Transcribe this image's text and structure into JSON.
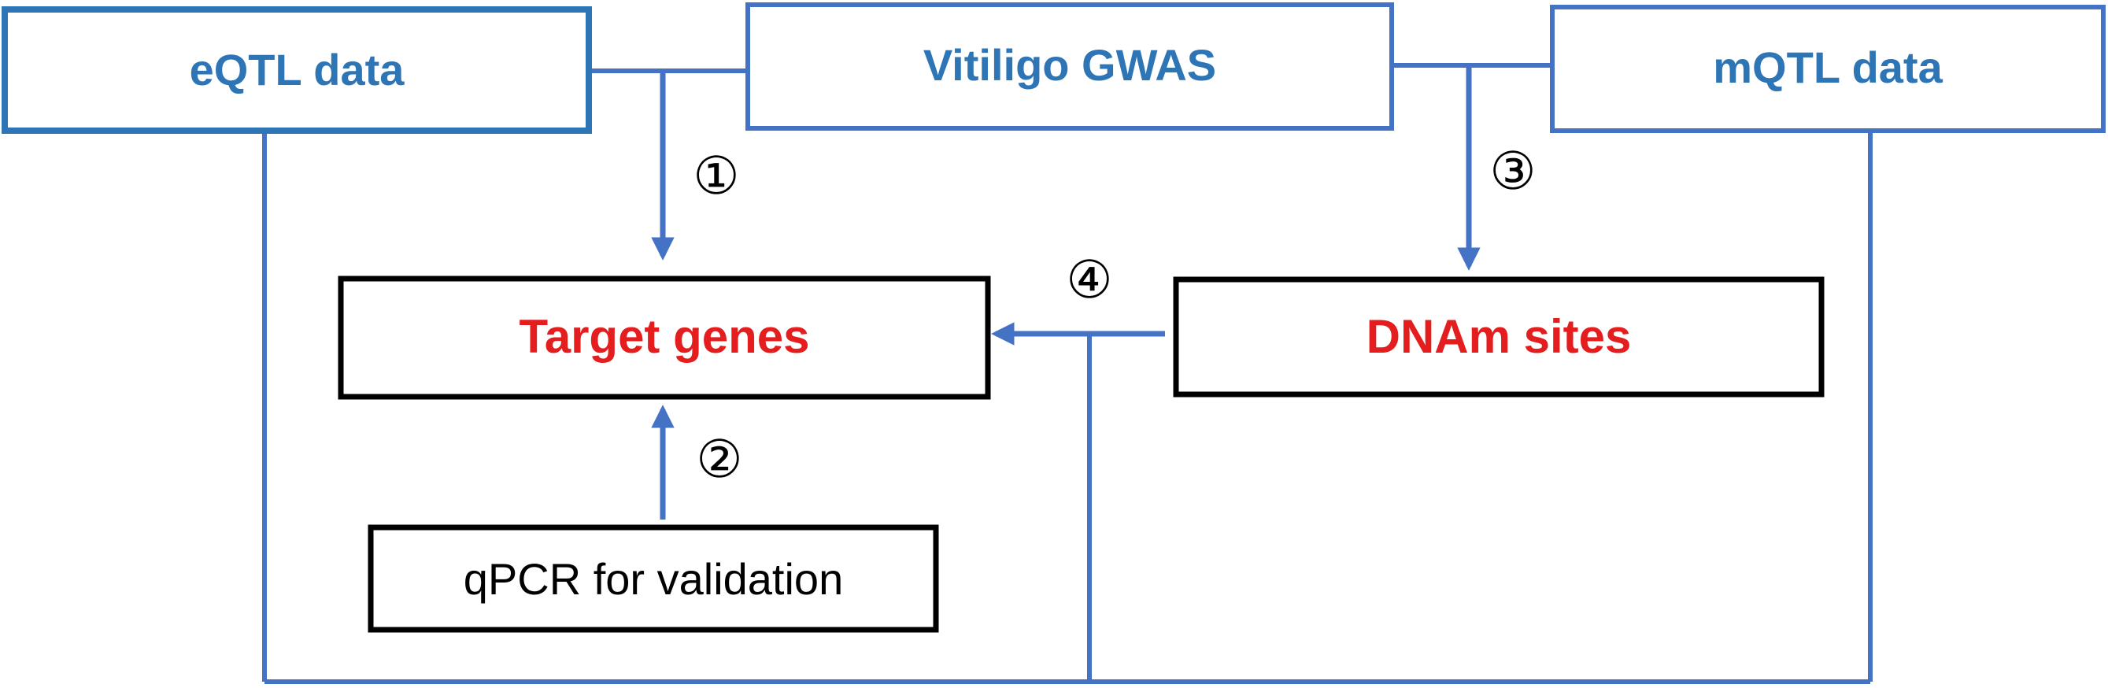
{
  "colors": {
    "blue": "#4472C4",
    "source_blue": "#2E75B6",
    "red": "#E41E1E",
    "black": "#000000"
  },
  "boxes": {
    "eqtl": "eQTL data",
    "gwas": "Vitiligo GWAS",
    "mqtl": "mQTL data",
    "target": "Target genes",
    "dnam": "DNAm sites",
    "qpcr": "qPCR for validation"
  },
  "steps": {
    "s1": "①",
    "s2": "②",
    "s3": "③",
    "s4": "④"
  }
}
